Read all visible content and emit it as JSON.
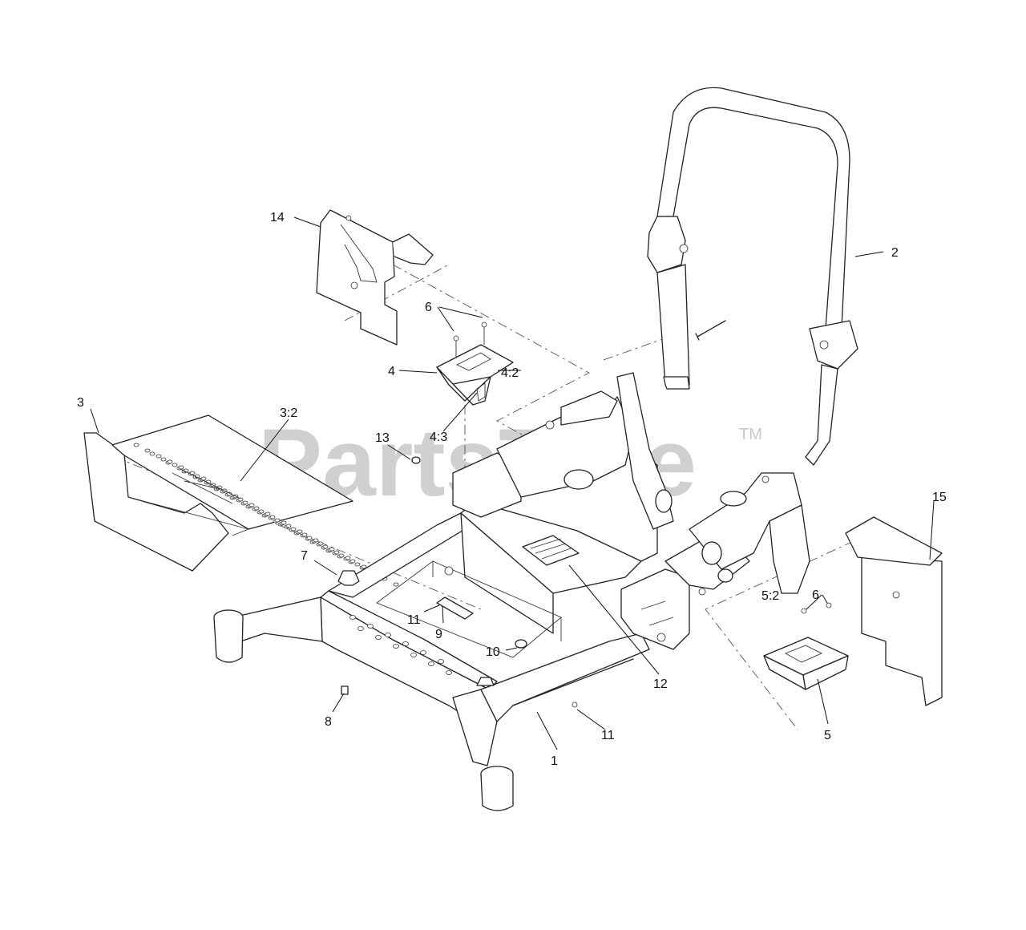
{
  "watermark": {
    "text": "PartsTree",
    "trademark": "TM"
  },
  "callouts": {
    "c1": "1",
    "c2": "2",
    "c3": "3",
    "c3_2": "3:2",
    "c4": "4",
    "c4_2": "4:2",
    "c4_3": "4:3",
    "c5": "5",
    "c5_2": "5:2",
    "c6a": "6",
    "c6b": "6",
    "c7": "7",
    "c8": "8",
    "c9": "9",
    "c10": "10",
    "c11a": "11",
    "c11b": "11",
    "c12": "12",
    "c13": "13",
    "c14": "14",
    "c15": "15"
  }
}
